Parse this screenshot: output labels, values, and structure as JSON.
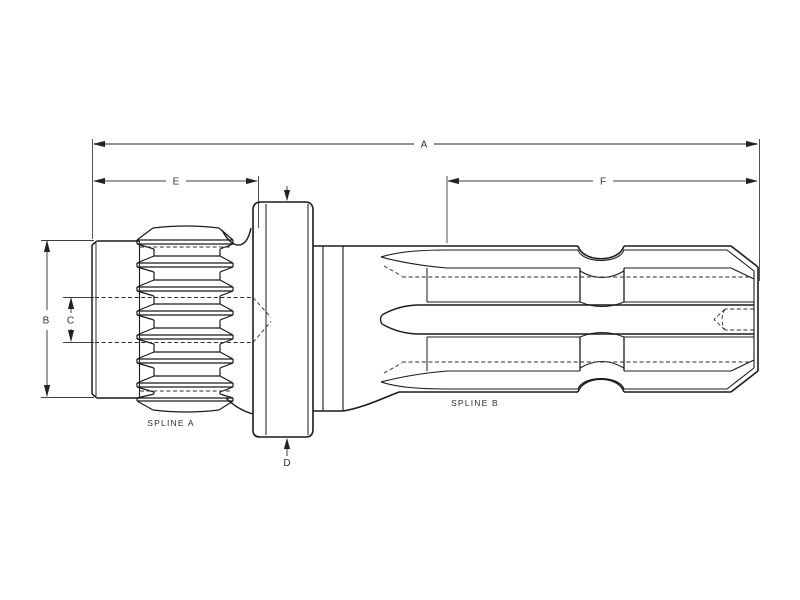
{
  "diagram": {
    "dimensions": {
      "a": "A",
      "b": "B",
      "c": "C",
      "d": "D",
      "e": "E",
      "f": "F"
    },
    "annotations": {
      "spline_a": "SPLINE A",
      "spline_b": "SPLINE B"
    },
    "colors": {
      "background": "#ffffff",
      "part_outline": "#1b1b1b",
      "dimension_line": "#3f3f3f",
      "dimension_line_a": "#919191",
      "hidden_line": "#2e2e2e",
      "text": "#333333"
    }
  }
}
